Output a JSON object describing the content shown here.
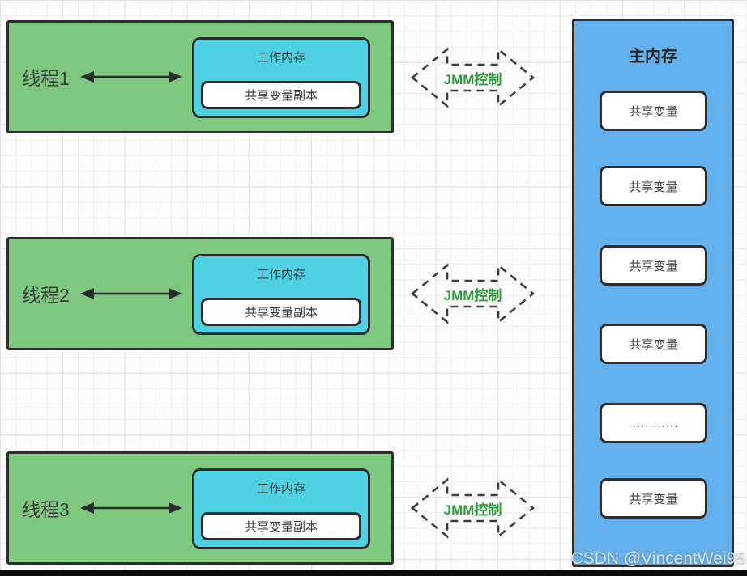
{
  "page": {
    "watermark": "CSDN @VincentWei95"
  },
  "colors": {
    "thread_fill": "#7ec77f",
    "working_memory_fill": "#4ed2e3",
    "main_memory_fill": "#64b1ee",
    "box_border": "#2e2e2e",
    "jmm_label_green": "#2e9b3a",
    "label_text": "#3c3c3c"
  },
  "threads": [
    {
      "label": "线程1",
      "working_memory": {
        "title": "工作内存",
        "copy_label": "共享变量副本"
      }
    },
    {
      "label": "线程2",
      "working_memory": {
        "title": "工作内存",
        "copy_label": "共享变量副本"
      }
    },
    {
      "label": "线程3",
      "working_memory": {
        "title": "工作内存",
        "copy_label": "共享变量副本"
      }
    }
  ],
  "jmm": {
    "label": "JMM控制"
  },
  "main_memory": {
    "title": "主内存",
    "slots": [
      "共享变量",
      "共享变量",
      "共享变量",
      "共享变量",
      "............",
      "共享变量"
    ]
  }
}
